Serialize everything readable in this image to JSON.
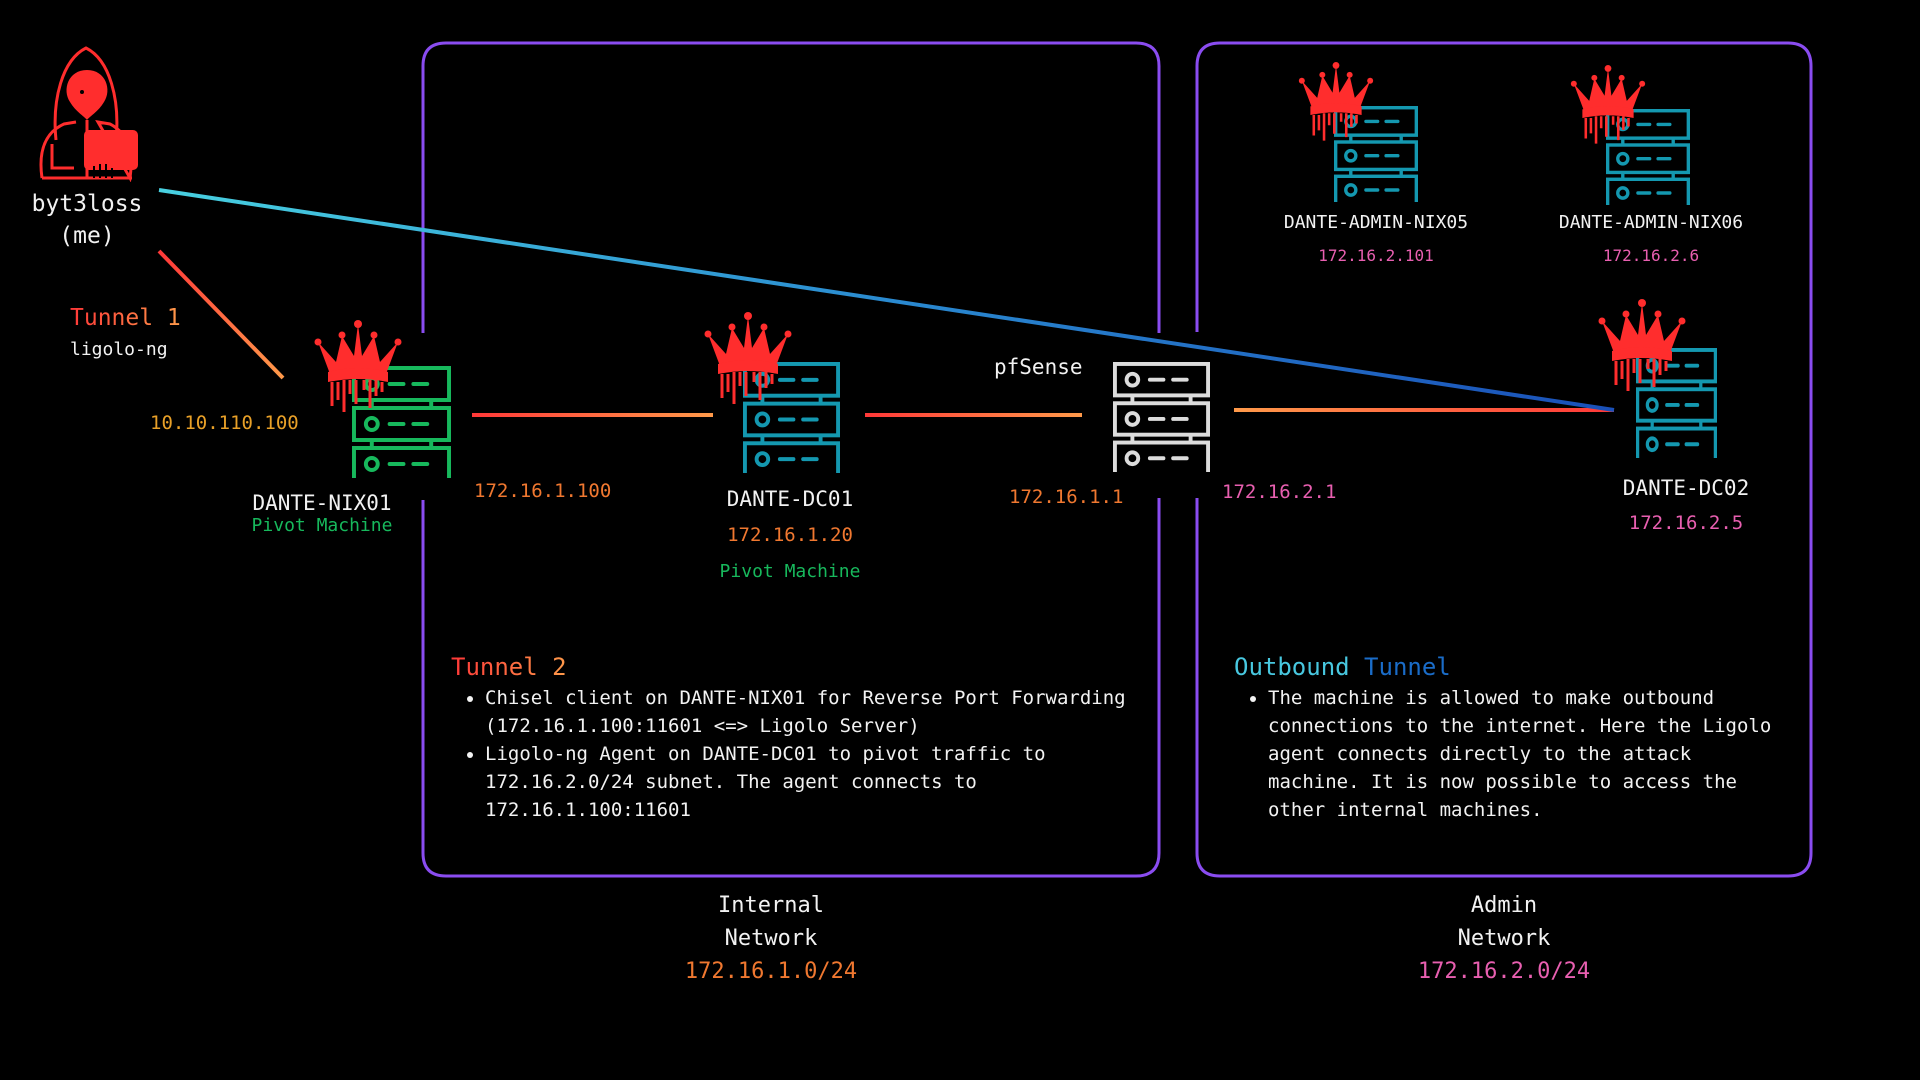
{
  "attacker": {
    "name": "byt3loss",
    "subtitle": "(me)",
    "icon": "hooded-hacker-icon"
  },
  "tunnel1": {
    "title": "Tunnel 1",
    "tool": "ligolo-ng",
    "ip": "10.10.110.100"
  },
  "hosts": {
    "nix01": {
      "name": "DANTE-NIX01",
      "role": "Pivot Machine",
      "ip_internal": "172.16.1.100",
      "color": "#17b85c",
      "compromised": true
    },
    "dc01": {
      "name": "DANTE-DC01",
      "ip": "172.16.1.20",
      "role": "Pivot Machine",
      "color": "#1498b0",
      "compromised": true
    },
    "pfsense": {
      "name": "pfSense",
      "ip_internal": "172.16.1.1",
      "ip_admin": "172.16.2.1",
      "color": "#dcdcdc"
    },
    "dc02": {
      "name": "DANTE-DC02",
      "ip": "172.16.2.5",
      "color": "#1498b0",
      "compromised": true
    },
    "nix05": {
      "name": "DANTE-ADMIN-NIX05",
      "ip": "172.16.2.101",
      "color": "#1498b0",
      "compromised": true
    },
    "nix06": {
      "name": "DANTE-ADMIN-NIX06",
      "ip": "172.16.2.6",
      "color": "#1498b0",
      "compromised": true
    }
  },
  "tunnel2": {
    "title": "Tunnel 2",
    "bullets": [
      "Chisel client on DANTE-NIX01 for Reverse Port Forwarding (172.16.1.100:11601 <=> Ligolo Server)",
      "Ligolo-ng Agent on DANTE-DC01 to pivot traffic to 172.16.2.0/24 subnet. The agent connects to 172.16.1.100:11601"
    ]
  },
  "outbound": {
    "title_part1": "Outbound",
    "title_part2": "Tunnel",
    "bullets": [
      "The machine is allowed to make outbound connections to the internet. Here the Ligolo agent connects directly to the attack machine. It is now possible to access the other internal machines."
    ]
  },
  "networks": {
    "internal": {
      "line1": "Internal",
      "line2": "Network",
      "cidr": "172.16.1.0/24"
    },
    "admin": {
      "line1": "Admin",
      "line2": "Network",
      "cidr": "172.16.2.0/24"
    }
  },
  "colors": {
    "network_border": "#8a4cf0",
    "tunnel_red": "#ff3838",
    "tunnel_orange": "#ff9a4a",
    "outbound_cyan": "#48d0e0",
    "outbound_blue": "#1a5cc0",
    "crown": "#ff2d2d"
  }
}
